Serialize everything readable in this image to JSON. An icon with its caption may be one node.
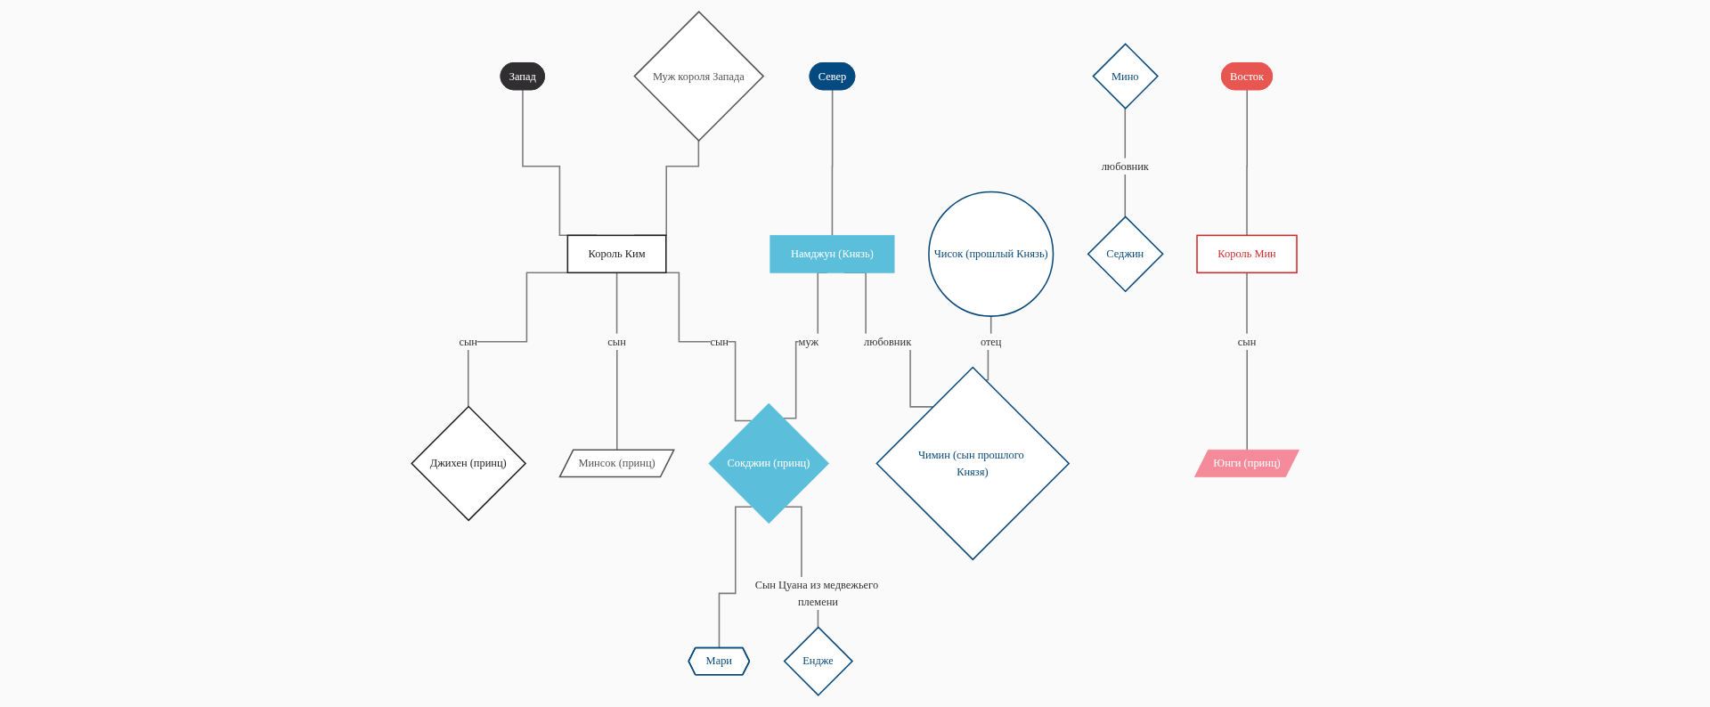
{
  "diagram": {
    "nodes": [
      {
        "text": [
          "Запад"
        ]
      },
      {
        "text": [
          "Муж короля Запада"
        ]
      },
      {
        "text": [
          "Король Ким"
        ]
      },
      {
        "text": [
          "Джихен (принц)"
        ]
      },
      {
        "text": [
          "Минсок (принц)"
        ]
      },
      {
        "text": [
          "Север"
        ]
      },
      {
        "text": [
          "Намджун (Князь)"
        ]
      },
      {
        "text": [
          "Сокджин (принц)"
        ]
      },
      {
        "text": [
          "Мари"
        ]
      },
      {
        "text": [
          "Ендже"
        ]
      },
      {
        "text": [
          "Чисок (прошлый Князь)"
        ]
      },
      {
        "text": [
          "Чимин (сын прошлого Князя)"
        ]
      },
      {
        "text": [
          "Мино"
        ]
      },
      {
        "text": [
          "Седжин"
        ]
      },
      {
        "text": [
          "Восток"
        ]
      },
      {
        "text": [
          "Король Мин"
        ]
      },
      {
        "text": [
          "Юнги (принц)"
        ]
      }
    ],
    "edges": [
      {
        "from": 0,
        "to": 2,
        "arrow": "none"
      },
      {
        "from": 1,
        "to": 2,
        "arrow": "none"
      },
      {
        "from": 2,
        "to": 3,
        "arrow": "none",
        "label": "сын"
      },
      {
        "from": 2,
        "to": 4,
        "arrow": "none",
        "label": "сын"
      },
      {
        "from": 2,
        "to": 7,
        "arrow": "none",
        "label": "сын"
      },
      {
        "from": 5,
        "to": 6,
        "arrow": "none"
      },
      {
        "from": 6,
        "to": 7,
        "arrow": "none",
        "label": "муж"
      },
      {
        "from": 7,
        "to": 8,
        "arrow": "none"
      },
      {
        "from": 7,
        "to": 9,
        "arrow": "none",
        "label": "Сын Цуана из медвежьего племени"
      },
      {
        "from": 6,
        "to": 11,
        "arrow": "none",
        "label": "любовник"
      },
      {
        "from": 10,
        "to": 11,
        "arrow": "none",
        "label": "отец"
      },
      {
        "from": 12,
        "to": 13,
        "arrow": "none",
        "label": "любовник"
      },
      {
        "from": 14,
        "to": 15,
        "arrow": "none"
      },
      {
        "from": 15,
        "to": 16,
        "arrow": "none",
        "label": "сын"
      }
    ]
  }
}
